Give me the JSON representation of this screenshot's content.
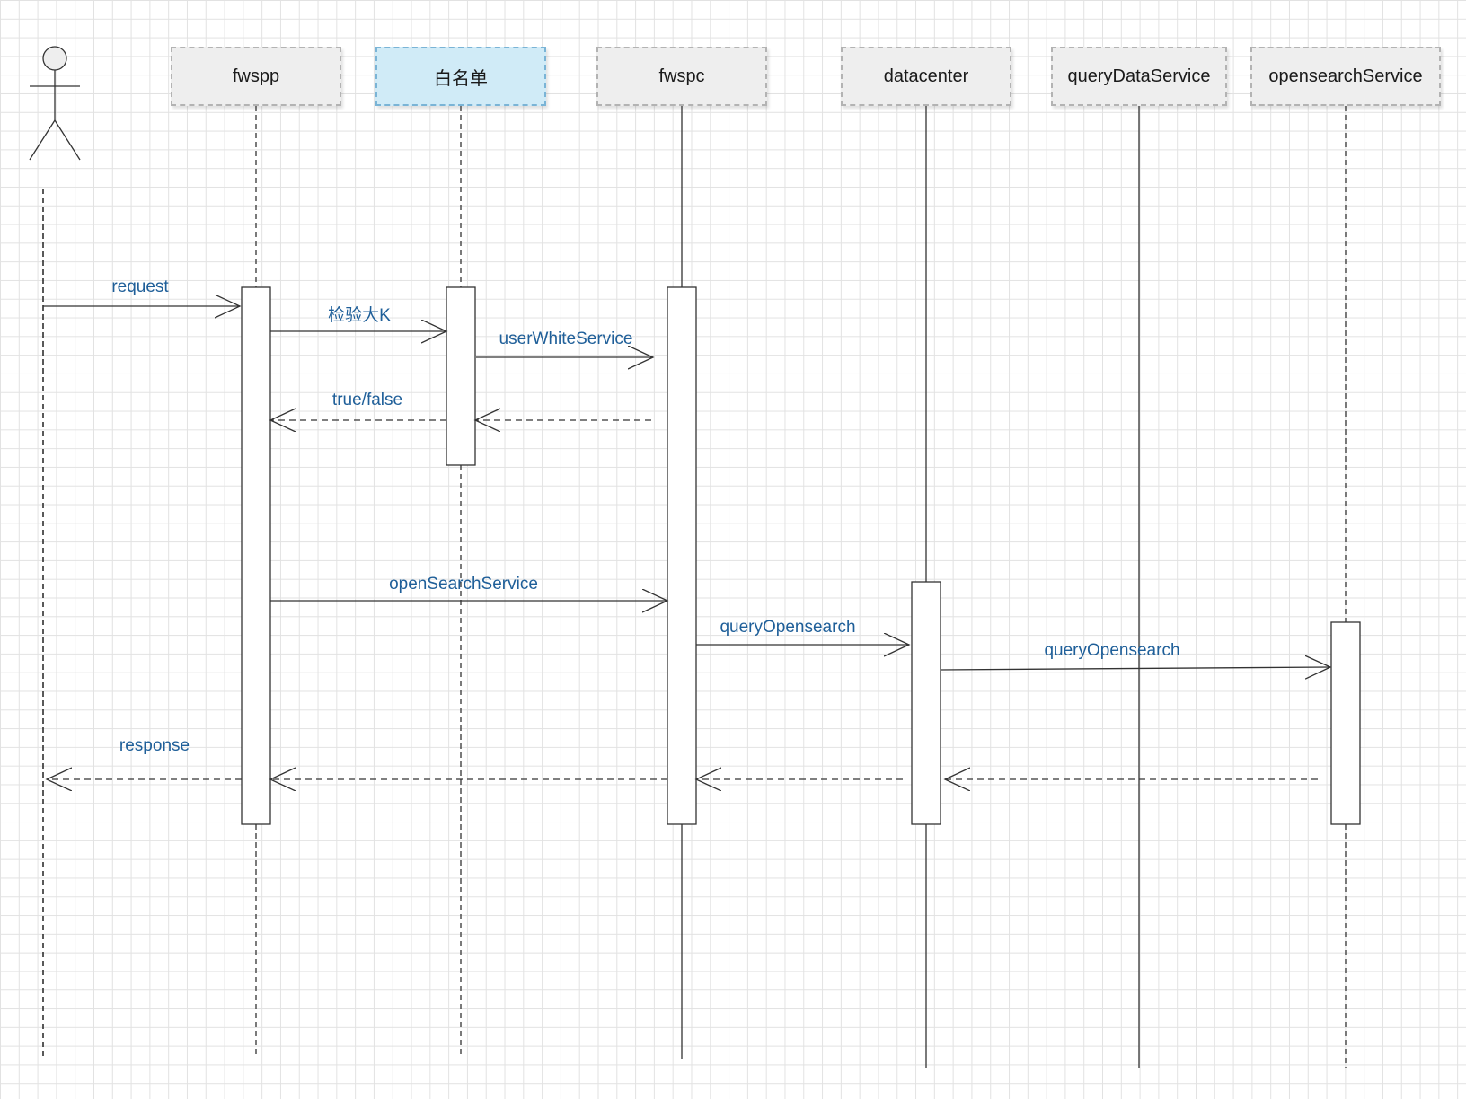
{
  "participants": [
    {
      "id": "fwspp",
      "label": "fwspp",
      "highlight": false
    },
    {
      "id": "whitelist",
      "label": "白名单",
      "highlight": true
    },
    {
      "id": "fwspc",
      "label": "fwspc",
      "highlight": false
    },
    {
      "id": "datacenter",
      "label": "datacenter",
      "highlight": false
    },
    {
      "id": "querydataservice",
      "label": "queryDataService",
      "highlight": false
    },
    {
      "id": "opensearchservice",
      "label": "opensearchService",
      "highlight": false
    }
  ],
  "messages": [
    {
      "label": "request",
      "from": "actor",
      "to": "fwspp",
      "kind": "call"
    },
    {
      "label": "检验大K",
      "from": "fwspp",
      "to": "白名单",
      "kind": "call"
    },
    {
      "label": "userWhiteService",
      "from": "白名单",
      "to": "fwspc",
      "kind": "call"
    },
    {
      "label": "true/false",
      "from": "白名单",
      "to": "fwspp",
      "kind": "return"
    },
    {
      "label": "openSearchService",
      "from": "fwspp",
      "to": "fwspc",
      "kind": "call"
    },
    {
      "label": "queryOpensearch",
      "from": "fwspc",
      "to": "datacenter",
      "kind": "call"
    },
    {
      "label": "queryOpensearch",
      "from": "datacenter",
      "to": "opensearchService",
      "kind": "call"
    },
    {
      "label": "response",
      "from": "fwspp",
      "to": "actor",
      "kind": "return"
    }
  ],
  "colors": {
    "message_text": "#1f5f99",
    "participant_fill": "#eeeeee",
    "highlight_fill": "#d0ebf7",
    "line": "#333333"
  }
}
